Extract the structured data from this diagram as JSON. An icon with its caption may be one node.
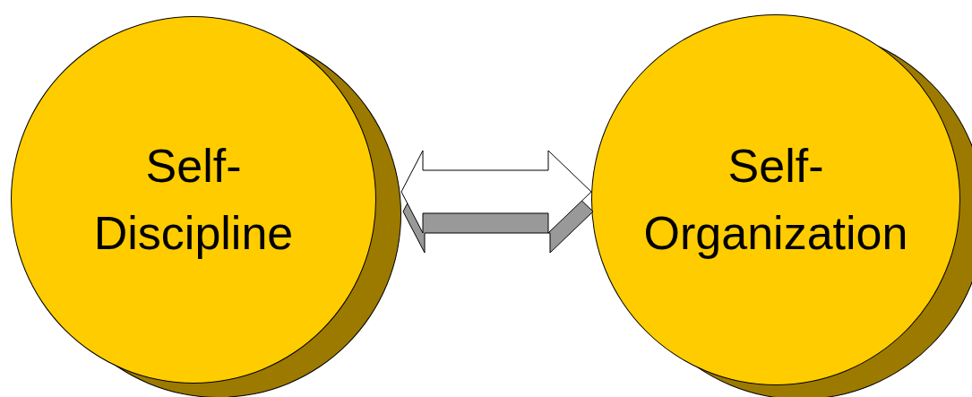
{
  "diagram": {
    "nodes": [
      {
        "text": [
          "Self- Discipline"
        ]
      },
      {
        "text": [
          "Self- Organization"
        ]
      }
    ],
    "edges": [
      {
        "from": 0,
        "to": 1,
        "arrow": "both"
      }
    ]
  }
}
